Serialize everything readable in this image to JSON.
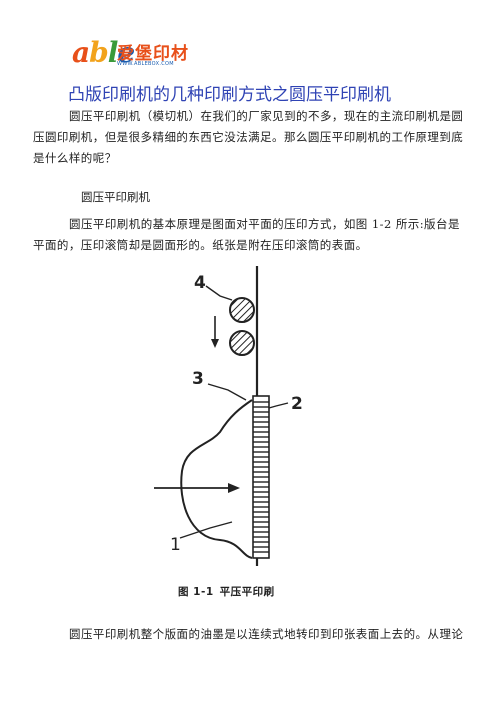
{
  "logo": {
    "able_letters": [
      "a",
      "b",
      "l",
      "e"
    ],
    "able_colors": [
      "#e8501a",
      "#f2a31d",
      "#3a9a3a",
      "#1a5db0"
    ],
    "brand_cn": "爱堡印材",
    "url": "WWW.ABLEBOX.COM"
  },
  "title": "凸版印刷机的几种印刷方式之圆压平印刷机",
  "paragraphs": {
    "intro": "圆压平印刷机（模切机）在我们的厂家见到的不多，现在的主流印刷机是圆压圆印刷机，但是很多精细的东西它没法满足。那么圆压平印刷机的工作原理到底是什么样的呢？",
    "heading": "圆压平印刷机",
    "principle": "圆压平印刷机的基本原理是图面对平面的压印方式，如图 1-2 所示:版台是平面的，压印滚筒却是圆面形的。纸张是附在压印滚筒的表面。",
    "last": "圆压平印刷机整个版面的油墨是以连续式地转印到印张表面上去的。从理论"
  },
  "figure": {
    "labels": [
      "4",
      "3",
      "2",
      "1"
    ],
    "caption_num": "图 1-1",
    "caption_text": "平压平印刷"
  }
}
